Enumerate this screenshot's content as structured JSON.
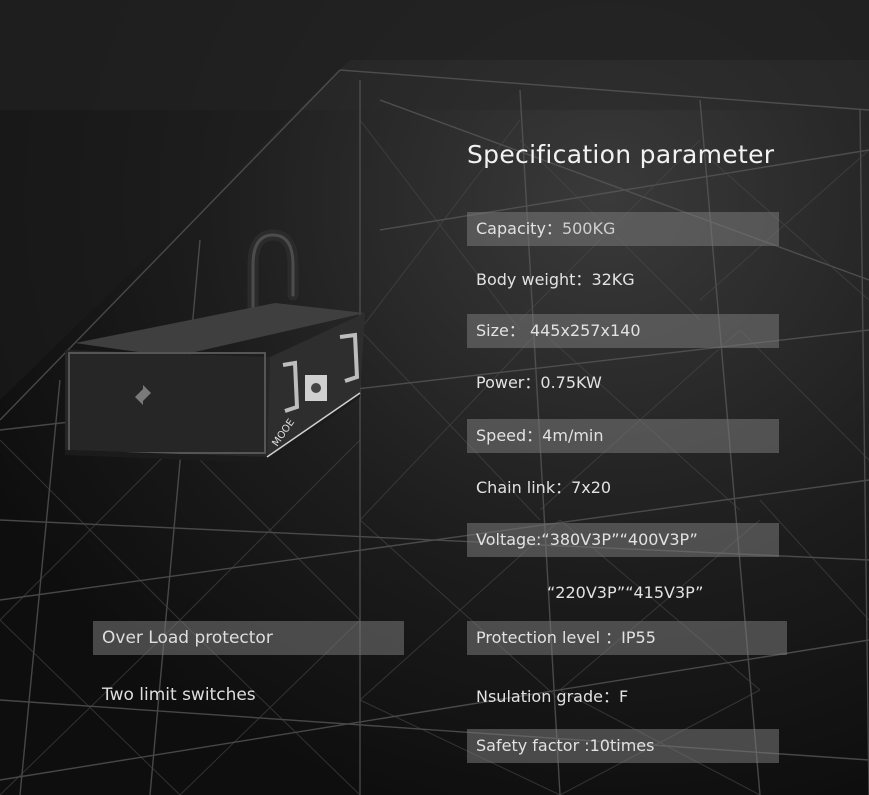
{
  "title": "Specification parameter",
  "specs": [
    {
      "label": "Capacity：",
      "value": "500KG"
    },
    {
      "label": "Body weight：",
      "value": "32KG"
    },
    {
      "label": "Size： ",
      "value": "445x257x140"
    },
    {
      "label": "Power：",
      "value": "0.75KW"
    },
    {
      "label": "Speed：",
      "value": "4m/min"
    },
    {
      "label": "Chain link：",
      "value": "7x20"
    },
    {
      "label": "Voltage:",
      "value": "“380V3P”“400V3P”"
    },
    {
      "label": "",
      "value": "“220V3P”“415V3P”"
    },
    {
      "label": "Protection level ：",
      "value": "IP55"
    },
    {
      "label": "Nsulation grade：",
      "value": "F"
    },
    {
      "label": "Safety factor :",
      "value": "10times"
    }
  ],
  "features": [
    {
      "text": "Over Load protector"
    },
    {
      "text": "Two limit switches"
    }
  ],
  "product": {
    "brand": "MOOE",
    "icon": "hoist-product-image"
  },
  "colors": {
    "band": "#787878",
    "background": "#141414",
    "text": "#e6e6e6"
  }
}
